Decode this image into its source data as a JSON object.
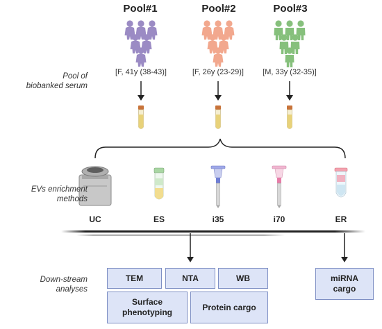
{
  "pools": [
    {
      "title": "Pool#1",
      "info": "[F, 41y (38-43)]",
      "color": "#9b8bc4"
    },
    {
      "title": "Pool#2",
      "info": "[F, 26y (23-29)]",
      "color": "#f2a88e"
    },
    {
      "title": "Pool#3",
      "info": "[M, 33y (32-35)]",
      "color": "#86c07c"
    }
  ],
  "labels": {
    "pool_of": "Pool of",
    "biobanked": "biobanked serum",
    "evs_line1": "EVs enrichment",
    "evs_line2": "methods",
    "down_line1": "Down-stream",
    "down_line2": "analyses"
  },
  "methods": [
    "UC",
    "ES",
    "i35",
    "i70",
    "ER"
  ],
  "analyses": {
    "tem": "TEM",
    "nta": "NTA",
    "wb": "WB",
    "surface_1": "Surface",
    "surface_2": "phenotyping",
    "protein": "Protein cargo",
    "mirna_1": "miRNA",
    "mirna_2": "cargo"
  },
  "colors": {
    "box_fill": "#dde4f7",
    "box_border": "#7e8fc4",
    "tube_liquid": "#e8d27a",
    "tube_cap": "#c8733a"
  }
}
